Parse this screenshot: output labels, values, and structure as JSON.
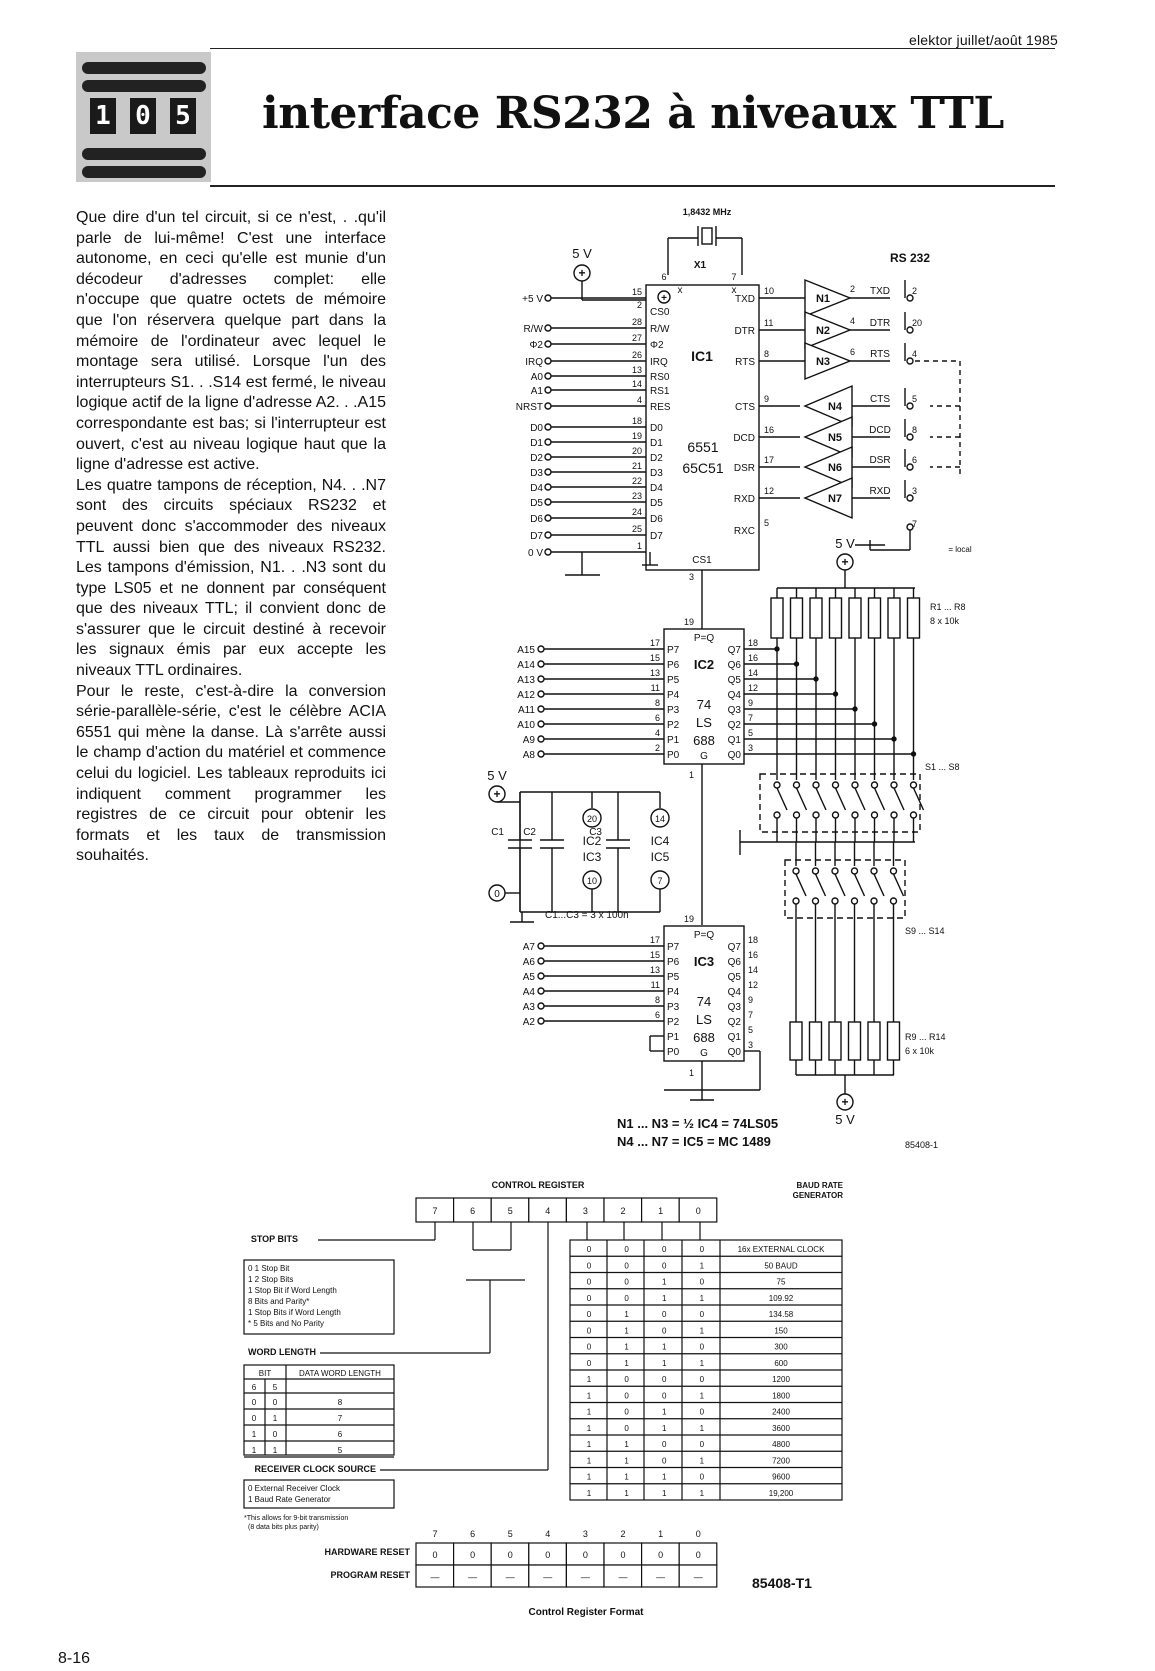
{
  "header": {
    "journal": "elektor juillet/août 1985"
  },
  "badge": {
    "digits": [
      "1",
      "0",
      "5"
    ]
  },
  "title": "interface RS232 à niveaux TTL",
  "body": {
    "p1": "Que dire d'un tel circuit, si ce n'est, . .qu'il parle de lui-même! C'est une interface autonome, en ceci qu'elle est munie d'un décodeur d'adresses complet: elle n'occupe que quatre octets de mémoire que l'on réservera quelque part dans la mémoire de l'ordinateur avec lequel le montage sera utilisé. Lorsque l'un des interrupteurs S1. . .S14 est fermé, le niveau logique actif de la ligne d'adresse A2. . .A15 correspondante est bas; si l'interrupteur est ouvert, c'est au niveau logique haut que la ligne d'adresse est active.",
    "p2": "Les quatre tampons de réception, N4. . .N7 sont des circuits spéciaux RS232 et peuvent donc s'accommoder des niveaux TTL aussi bien que des niveaux RS232. Les tampons d'émission, N1. . .N3 sont du type LS05 et ne donnent par conséquent que des niveaux TTL; il convient donc de s'assurer que le circuit destiné à recevoir les signaux émis par eux accepte les niveaux TTL ordinaires.",
    "p3": "Pour le reste, c'est-à-dire la conversion série-parallèle-série, c'est le célèbre ACIA 6551 qui mène la danse. Là s'arrête aussi le champ d'action du matériel et commence celui du logiciel. Les tableaux reproduits ici indiquent comment programmer les registres de ce circuit pour obtenir les formats et les taux de transmission souhaités."
  },
  "schematic": {
    "crystal_freq": "1,8432 MHz",
    "crystal_name": "X1",
    "supply_label": "5 V",
    "rs232_label": "RS 232",
    "left_pins": [
      "+5 V",
      "R/W",
      "Φ2",
      "IRQ",
      "A0",
      "A1",
      "NRST",
      "D0",
      "D1",
      "D2",
      "D3",
      "D4",
      "D5",
      "D6",
      "D7",
      "0 V"
    ],
    "ic1_pins_left": [
      "CS0",
      "R/W",
      "Φ2",
      "IRQ",
      "RS0",
      "RS1",
      "RES",
      "D0",
      "D1",
      "D2",
      "D3",
      "D4",
      "D5",
      "D6",
      "D7"
    ],
    "ic1_pin_nums": [
      "15",
      "2",
      "28",
      "27",
      "26",
      "13",
      "14",
      "4",
      "18",
      "19",
      "20",
      "21",
      "22",
      "23",
      "24",
      "25",
      "1"
    ],
    "ic1_name": "IC1",
    "ic1_part1": "6551",
    "ic1_part2": "65C51",
    "ic1_cs1": "CS1",
    "ic1_right": [
      "TXD",
      "DTR",
      "RTS",
      "CTS",
      "DCD",
      "DSR",
      "RXD",
      "RXC"
    ],
    "ic1_right_nums": [
      "10",
      "11",
      "8",
      "9",
      "16",
      "17",
      "12",
      "5"
    ],
    "drivers": [
      "N1",
      "N2",
      "N3",
      "N4",
      "N5",
      "N6",
      "N7"
    ],
    "rs_signals": [
      "TXD",
      "DTR",
      "RTS",
      "CTS",
      "DCD",
      "DSR",
      "RXD"
    ],
    "rs_pins": [
      "2",
      "20",
      "4",
      "5",
      "8",
      "6",
      "3",
      "7"
    ],
    "local_label": "= local",
    "r1": "R1 ... R8",
    "r1_val": "8 x 10k",
    "r9": "R9 ... R14",
    "r9_val": "6 x 10k",
    "s1": "S1 ... S8",
    "s9": "S9 ... S14",
    "ic2_name": "IC2",
    "ic3_name": "IC3",
    "ic_part": [
      "74",
      "LS",
      "688"
    ],
    "peq": "P=Q",
    "gbar": "G",
    "ic2_addr": [
      "A15",
      "A14",
      "A13",
      "A12",
      "A11",
      "A10",
      "A9",
      "A8"
    ],
    "ic3_addr": [
      "A7",
      "A6",
      "A5",
      "A4",
      "A3",
      "A2"
    ],
    "p_pins": [
      "P7",
      "P6",
      "P5",
      "P4",
      "P3",
      "P2",
      "P1",
      "P0"
    ],
    "q_pins": [
      "Q7",
      "Q6",
      "Q5",
      "Q4",
      "Q3",
      "Q2",
      "Q1",
      "Q0"
    ],
    "p_nums": [
      "17",
      "15",
      "13",
      "11",
      "8",
      "6",
      "4",
      "2"
    ],
    "q_nums": [
      "18",
      "16",
      "14",
      "12",
      "9",
      "7",
      "5",
      "3"
    ],
    "caps": [
      "C1",
      "C2",
      "C3"
    ],
    "cap_val": "C1...C3 = 3 x 100n",
    "pwr_pins": [
      "20",
      "10",
      "14",
      "7"
    ],
    "pwr_ics": [
      "IC2",
      "IC3",
      "IC4",
      "IC5"
    ],
    "note1": "N1 ... N3 = ½ IC4 = 74LS05",
    "note2": "N4 ... N7 = IC5 = MC 1489",
    "fig_code": "85408-1"
  },
  "register": {
    "title": "CONTROL REGISTER",
    "bits": [
      "7",
      "6",
      "5",
      "4",
      "3",
      "2",
      "1",
      "0"
    ],
    "stop_bits_label": "STOP BITS",
    "stop_bits_lines": [
      "0    1 Stop Bit",
      "1    2 Stop Bits",
      "     1 Stop Bit if Word Length",
      "       8 Bits and Parity*",
      "     1   Stop Bits if Word Length",
      "     *  5 Bits and No Parity"
    ],
    "word_length_label": "WORD LENGTH",
    "wl_head": [
      "BIT",
      "DATA WORD LENGTH"
    ],
    "wl_sub": [
      "6",
      "5"
    ],
    "wl_rows": [
      [
        "0",
        "0",
        "8"
      ],
      [
        "0",
        "1",
        "7"
      ],
      [
        "1",
        "0",
        "6"
      ],
      [
        "1",
        "1",
        "5"
      ]
    ],
    "rcs_label": "RECEIVER CLOCK SOURCE",
    "rcs_lines": [
      "0    External Receiver Clock",
      "1    Baud Rate Generator"
    ],
    "footnote": [
      "*This allows for 9-bit transmission",
      "(8 data bits plus parity)"
    ],
    "baud_title": [
      "BAUD RATE",
      "GENERATOR"
    ],
    "baud_rows": [
      [
        "0",
        "0",
        "0",
        "0",
        "16x EXTERNAL CLOCK"
      ],
      [
        "0",
        "0",
        "0",
        "1",
        "50 BAUD"
      ],
      [
        "0",
        "0",
        "1",
        "0",
        "75"
      ],
      [
        "0",
        "0",
        "1",
        "1",
        "109.92"
      ],
      [
        "0",
        "1",
        "0",
        "0",
        "134.58"
      ],
      [
        "0",
        "1",
        "0",
        "1",
        "150"
      ],
      [
        "0",
        "1",
        "1",
        "0",
        "300"
      ],
      [
        "0",
        "1",
        "1",
        "1",
        "600"
      ],
      [
        "1",
        "0",
        "0",
        "0",
        "1200"
      ],
      [
        "1",
        "0",
        "0",
        "1",
        "1800"
      ],
      [
        "1",
        "0",
        "1",
        "0",
        "2400"
      ],
      [
        "1",
        "0",
        "1",
        "1",
        "3600"
      ],
      [
        "1",
        "1",
        "0",
        "0",
        "4800"
      ],
      [
        "1",
        "1",
        "0",
        "1",
        "7200"
      ],
      [
        "1",
        "1",
        "1",
        "0",
        "9600"
      ],
      [
        "1",
        "1",
        "1",
        "1",
        "19,200"
      ]
    ],
    "hardware_reset_label": "HARDWARE RESET",
    "hardware_reset": [
      "0",
      "0",
      "0",
      "0",
      "0",
      "0",
      "0",
      "0"
    ],
    "program_reset_label": "PROGRAM RESET",
    "program_reset": [
      "—",
      "—",
      "—",
      "—",
      "—",
      "—",
      "—",
      "—"
    ],
    "fig_code": "85408-T1",
    "caption": "Control Register Format"
  },
  "page_number": "8-16"
}
